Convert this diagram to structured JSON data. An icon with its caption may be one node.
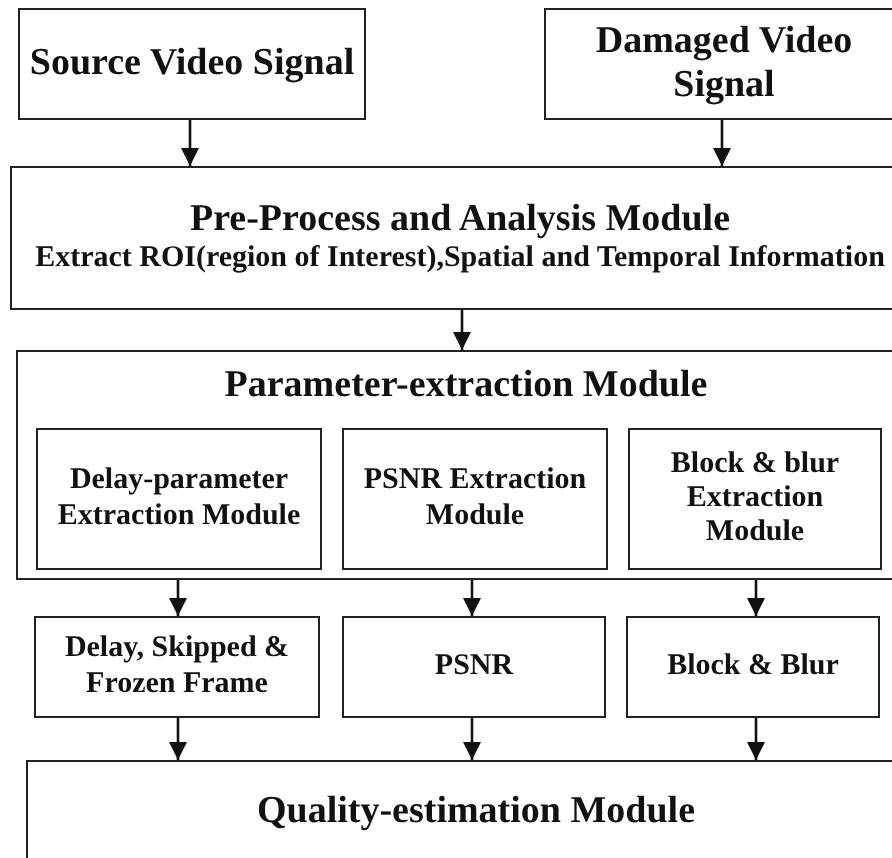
{
  "diagram": {
    "nodes": [
      {
        "text": [
          "Source Video Signal"
        ]
      },
      {
        "text": [
          "Damaged Video Signal"
        ]
      },
      {
        "text": [
          "Pre-Process and Analysis Module",
          "Extract ROI(region of Interest),Spatial and Temporal Information"
        ]
      },
      {
        "text": [
          "Parameter-extraction Module"
        ]
      },
      {
        "text": [
          "Delay-parameter Extraction Module"
        ],
        "in": 3
      },
      {
        "text": [
          "PSNR Extraction Module"
        ],
        "in": 3
      },
      {
        "text": [
          "Block & blur Extraction Module"
        ],
        "in": 3
      },
      {
        "text": [
          "Delay, Skipped & Frozen Frame"
        ]
      },
      {
        "text": [
          "PSNR"
        ]
      },
      {
        "text": [
          "Block & Blur"
        ]
      },
      {
        "text": [
          "Quality-estimation Module"
        ]
      }
    ],
    "edges": [
      {
        "from": 0,
        "to": 2,
        "arrow": "to"
      },
      {
        "from": 1,
        "to": 2,
        "arrow": "to"
      },
      {
        "from": 2,
        "to": 3,
        "arrow": "to"
      },
      {
        "from": 4,
        "to": 7,
        "arrow": "to"
      },
      {
        "from": 5,
        "to": 8,
        "arrow": "to"
      },
      {
        "from": 6,
        "to": 9,
        "arrow": "to"
      },
      {
        "from": 7,
        "to": 10,
        "arrow": "to"
      },
      {
        "from": 8,
        "to": 10,
        "arrow": "to"
      },
      {
        "from": 9,
        "to": 10,
        "arrow": "to"
      }
    ]
  }
}
